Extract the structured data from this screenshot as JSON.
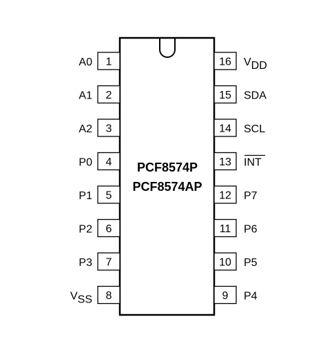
{
  "chip": {
    "name_line1": "PCF8574P",
    "name_line2": "PCF8574AP"
  },
  "pins_left": [
    {
      "number": "1",
      "label": "A0",
      "sub": ""
    },
    {
      "number": "2",
      "label": "A1",
      "sub": ""
    },
    {
      "number": "3",
      "label": "A2",
      "sub": ""
    },
    {
      "number": "4",
      "label": "P0",
      "sub": ""
    },
    {
      "number": "5",
      "label": "P1",
      "sub": ""
    },
    {
      "number": "6",
      "label": "P2",
      "sub": ""
    },
    {
      "number": "7",
      "label": "P3",
      "sub": ""
    },
    {
      "number": "8",
      "label": "V",
      "sub": "SS"
    }
  ],
  "pins_right": [
    {
      "number": "16",
      "label": "V",
      "sub": "DD",
      "overline": false
    },
    {
      "number": "15",
      "label": "SDA",
      "sub": "",
      "overline": false
    },
    {
      "number": "14",
      "label": "SCL",
      "sub": "",
      "overline": false
    },
    {
      "number": "13",
      "label": "INT",
      "sub": "",
      "overline": true
    },
    {
      "number": "12",
      "label": "P7",
      "sub": "",
      "overline": false
    },
    {
      "number": "11",
      "label": "P6",
      "sub": "",
      "overline": false
    },
    {
      "number": "10",
      "label": "P5",
      "sub": "",
      "overline": false
    },
    {
      "number": "9",
      "label": "P4",
      "sub": "",
      "overline": false
    }
  ]
}
